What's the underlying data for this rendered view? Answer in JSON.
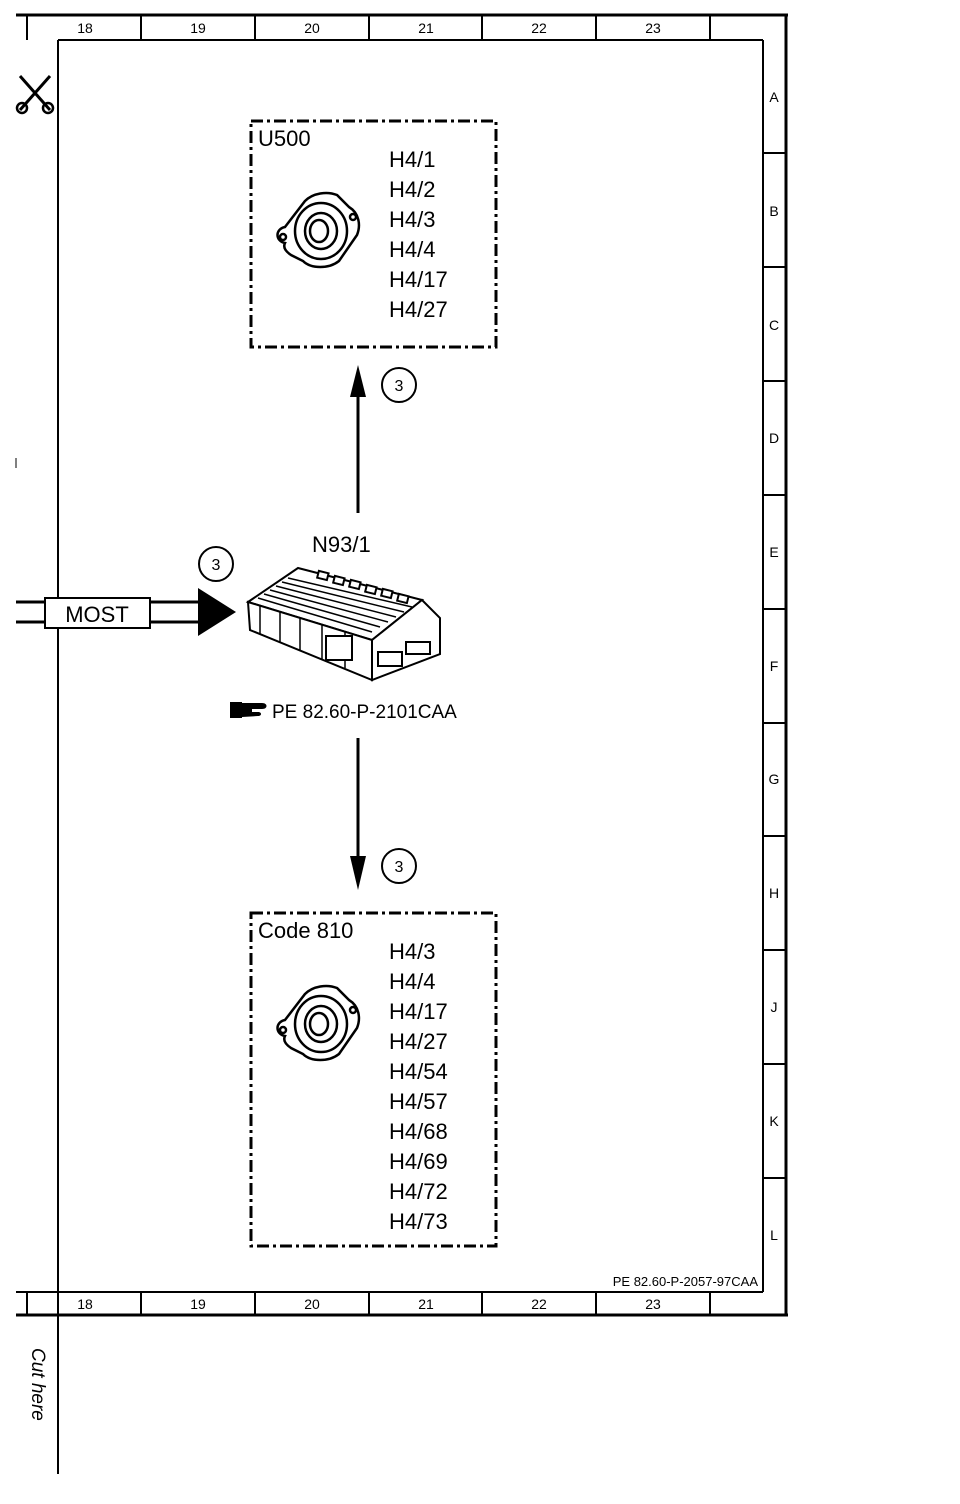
{
  "frame": {
    "columns": [
      "18",
      "19",
      "20",
      "21",
      "22",
      "23"
    ],
    "rows": [
      "A",
      "B",
      "C",
      "D",
      "E",
      "F",
      "G",
      "H",
      "J",
      "K",
      "L"
    ],
    "drawing_number": "PE 82.60-P-2057-97CAA",
    "cut_label": "Cut here"
  },
  "bus": {
    "label": "MOST",
    "circle_number": "3"
  },
  "module": {
    "label": "N93/1",
    "reference": "PE 82.60-P-2101CAA"
  },
  "arrow_up": {
    "circle_number": "3"
  },
  "arrow_down": {
    "circle_number": "3"
  },
  "box_top": {
    "title": "U500",
    "items": [
      "H4/1",
      "H4/2",
      "H4/3",
      "H4/4",
      "H4/17",
      "H4/27"
    ]
  },
  "box_bottom": {
    "title": "Code 810",
    "items": [
      "H4/3",
      "H4/4",
      "H4/17",
      "H4/27",
      "H4/54",
      "H4/57",
      "H4/68",
      "H4/69",
      "H4/72",
      "H4/73"
    ]
  }
}
